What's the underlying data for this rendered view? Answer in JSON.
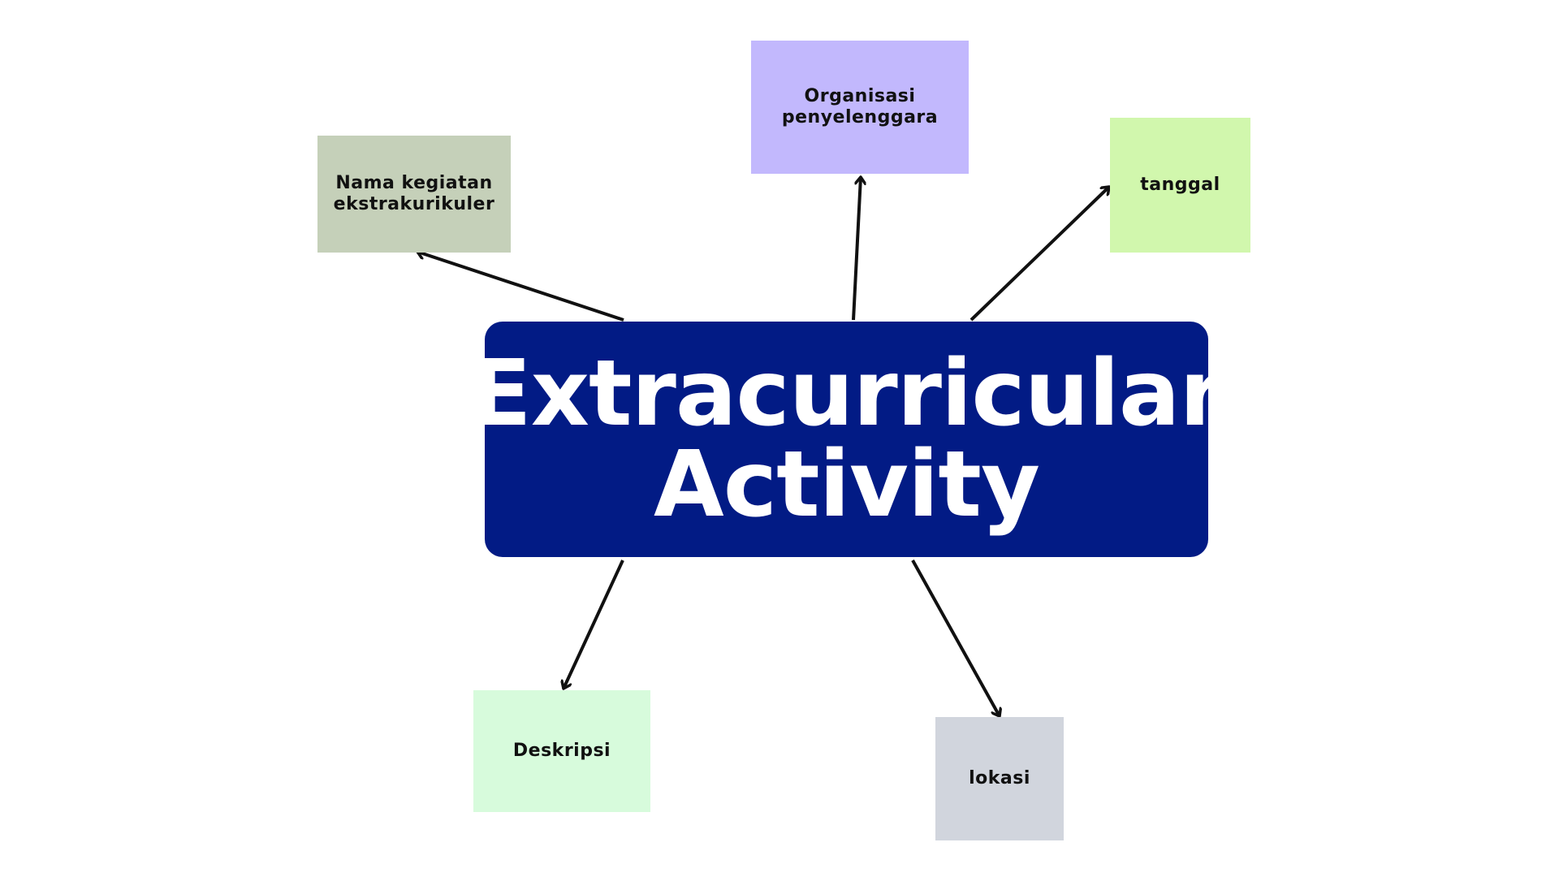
{
  "diagram": {
    "central": {
      "title": "Extracurricular\nActivity",
      "color": "#021b85"
    },
    "nodes": [
      {
        "id": "nama",
        "label": "Nama kegiatan\nekstrakurikuler",
        "color": "#c5d0b9"
      },
      {
        "id": "organisasi",
        "label": "Organisasi\npenyelenggara",
        "color": "#c2b8fd"
      },
      {
        "id": "tanggal",
        "label": "tanggal",
        "color": "#d1f7ad"
      },
      {
        "id": "deskripsi",
        "label": "Deskripsi",
        "color": "#d7fbdc"
      },
      {
        "id": "lokasi",
        "label": "lokasi",
        "color": "#d1d5dd"
      }
    ],
    "edges": [
      {
        "from": "central",
        "to": "nama"
      },
      {
        "from": "central",
        "to": "organisasi"
      },
      {
        "from": "central",
        "to": "tanggal"
      },
      {
        "from": "central",
        "to": "deskripsi"
      },
      {
        "from": "central",
        "to": "lokasi"
      }
    ]
  }
}
